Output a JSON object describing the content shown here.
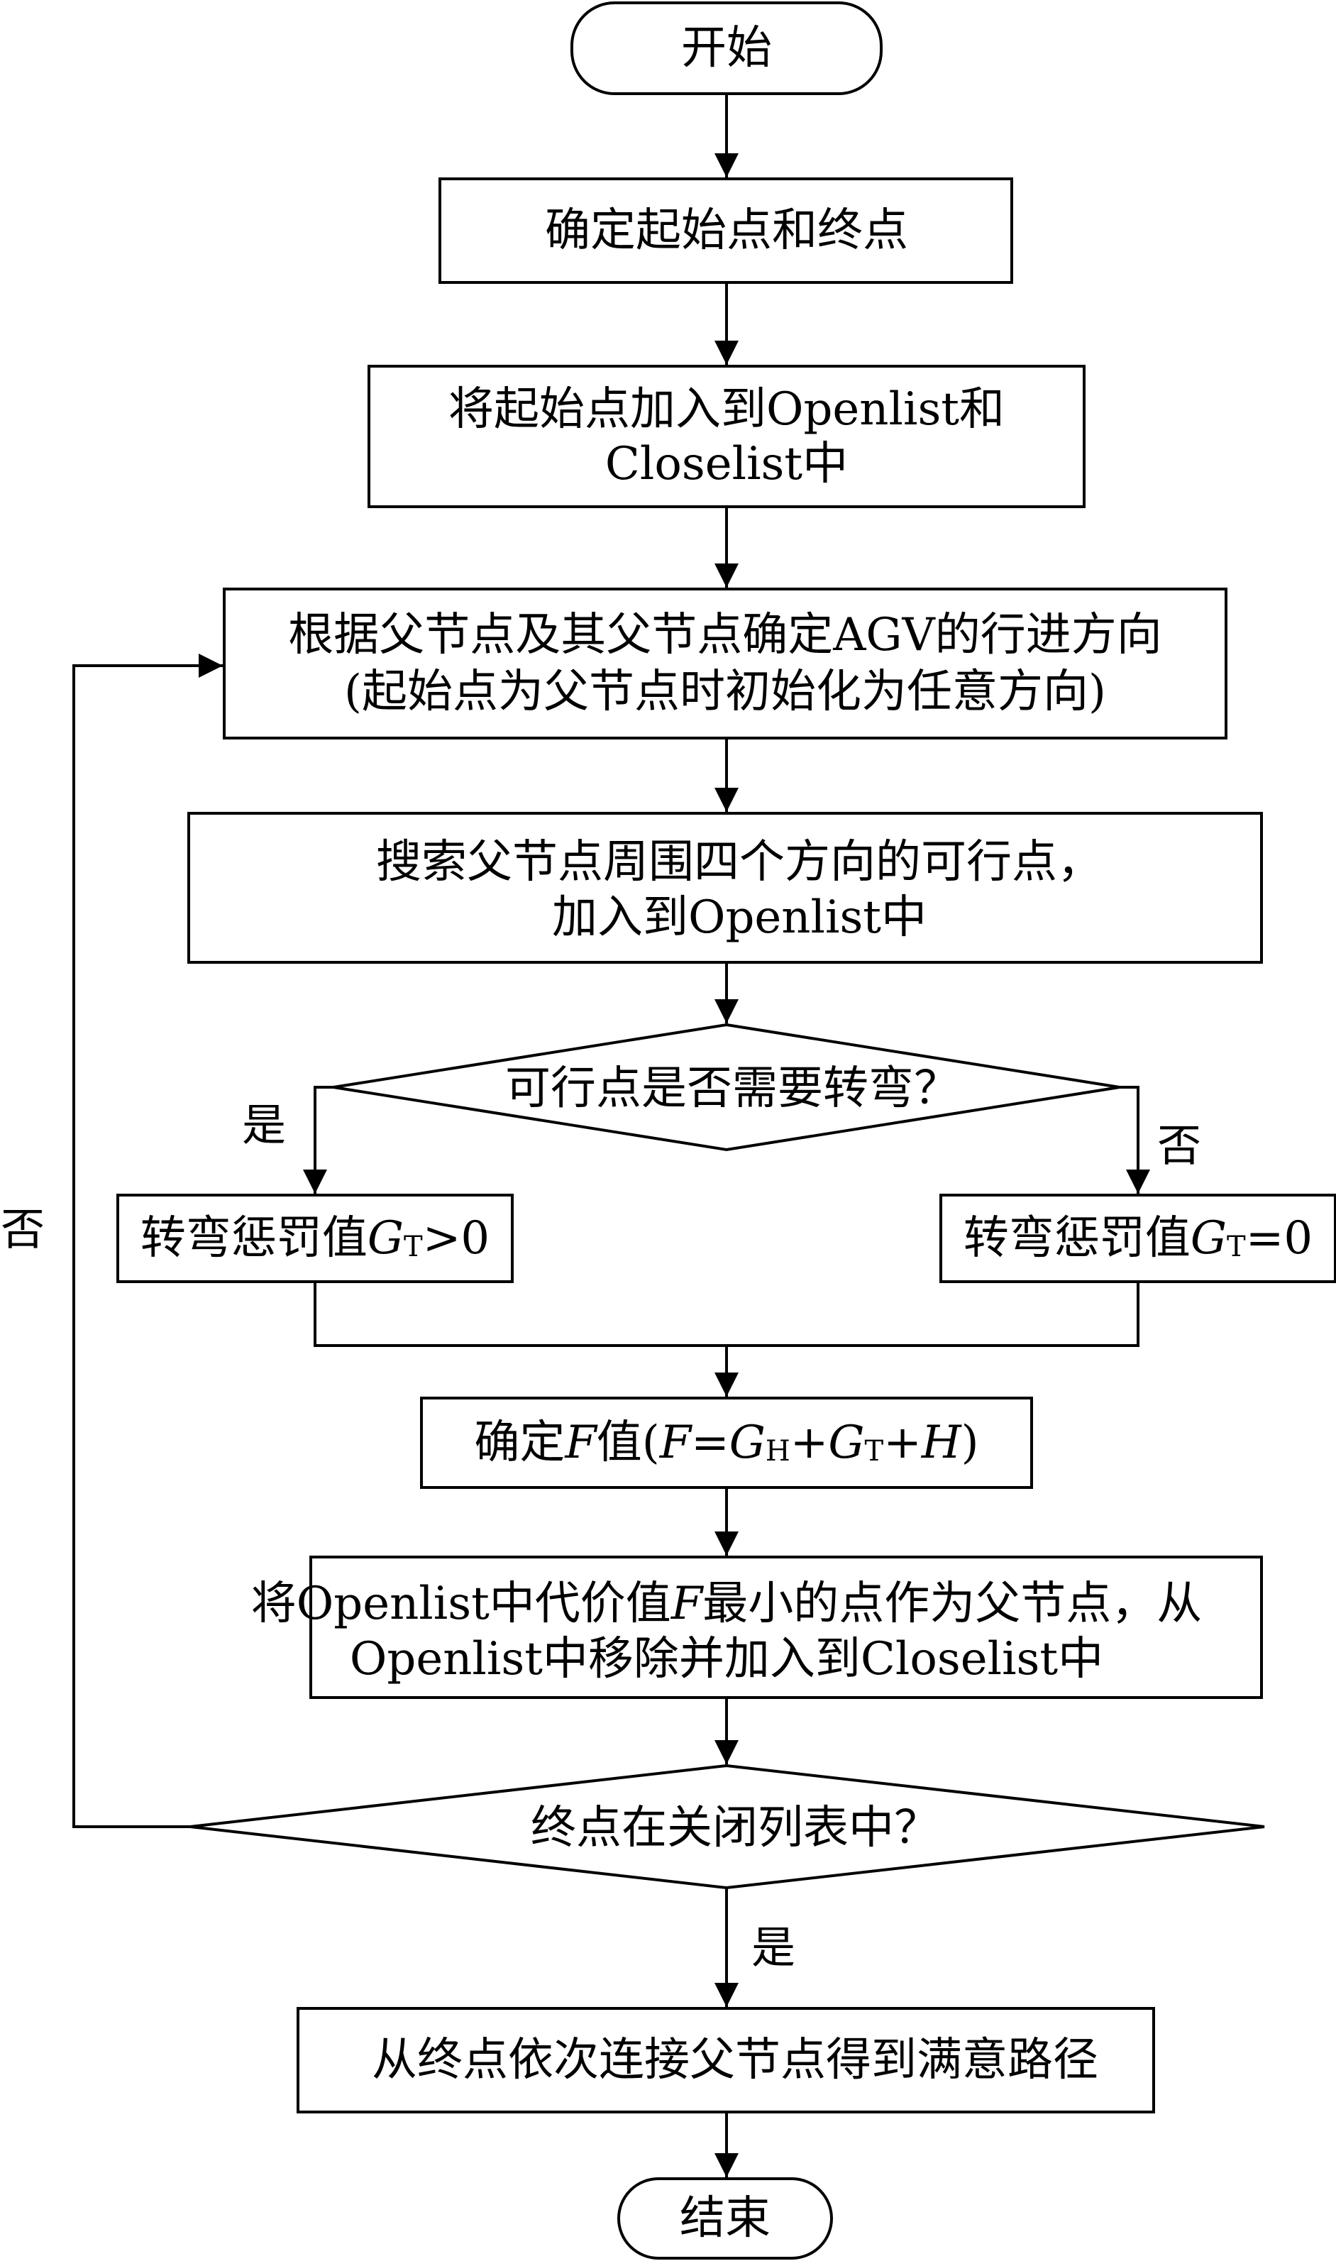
{
  "start": "开始",
  "step1": "确定起始点和终点",
  "step2": {
    "line1": "将起始点加入到Openlist和",
    "line2": "Closelist中"
  },
  "step3": {
    "line1": "根据父节点及其父节点确定AGV的行进方向",
    "line2": "(起始点为父节点时初始化为任意方向)"
  },
  "step4": {
    "line1": "搜索父节点周围四个方向的可行点，",
    "line2": "加入到Openlist中"
  },
  "decision1": "可行点是否需要转弯？",
  "yes1": "是",
  "no1": "否",
  "penalty_yes": {
    "text": "转弯惩罚值",
    "var": "G",
    "sub": "T",
    "rest": ">0"
  },
  "penalty_no": {
    "text": "转弯惩罚值",
    "var": "G",
    "sub": "T",
    "rest": "=0"
  },
  "step5": {
    "p1": "确定",
    "F1": "F",
    "p2": "值(",
    "F2": "F",
    "p3": "=",
    "G1": "G",
    "sub1": "H",
    "p4": "+",
    "G2": "G",
    "sub2": "T",
    "p5": "+",
    "H": "H",
    "p6": ")"
  },
  "step6": {
    "p1": "将Openlist中代价值",
    "F": "F",
    "p2": "最小的点作为父节点，从",
    "line2": "Openlist中移除并加入到Closelist中"
  },
  "decision2": "终点在关闭列表中？",
  "no2": "否",
  "yes2": "是",
  "step7": "从终点依次连接父节点得到满意路径",
  "end": "结束"
}
